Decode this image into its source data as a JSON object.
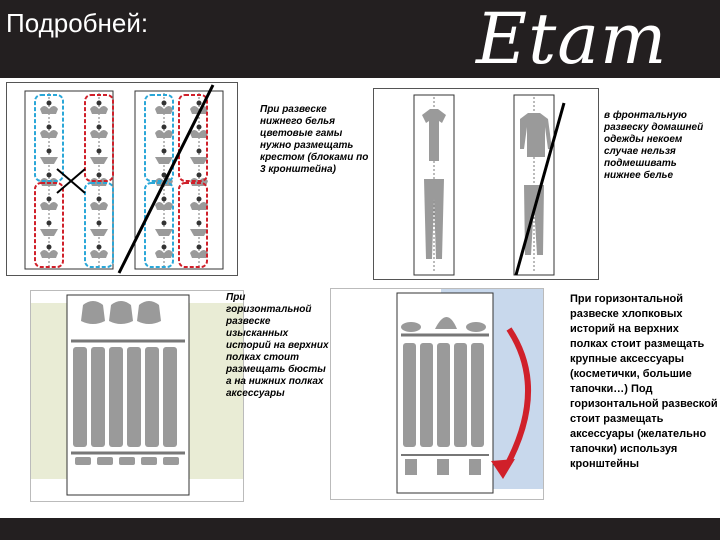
{
  "header": {
    "title": "Подробней:",
    "logo_text": "Etam"
  },
  "captions": {
    "rule_cross": "При развеске нижнего белья цветовые гамы нужно размещать крестом (блоками по 3 кронштейна)",
    "rule_frontal": "в фронтальную развеску домашней одежды некоем случае нельзя подмешивать нижнее белье",
    "rule_busts": "При горизонтальной развеске изысканных историй на верхних полках стоит размещать бюсты а на нижних полках аксессуары",
    "rule_accessories": "При горизонтальной развеске хлопковых историй на верхних полках стоит размещать крупные аксессуары (косметички, большие тапочки…) Под горизонтальной развеской стоит размещать аксессуары (желательно тапочки) используя кронштейны"
  },
  "colors": {
    "bar": "#231f20",
    "red_group": "#d0202a",
    "blue_group": "#2aa7d8",
    "garment": "#9a9a9a",
    "beige_bg": "#e9ecd5",
    "blue_bg": "#c8d8ec",
    "arrow": "#d0202a"
  }
}
